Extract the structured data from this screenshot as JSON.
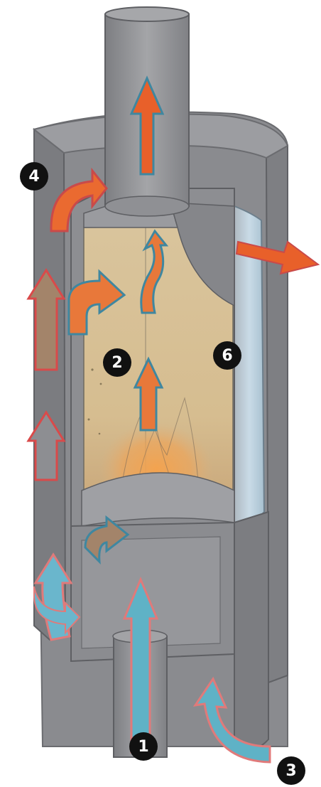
{
  "markers": [
    {
      "id": "m1",
      "label": "1"
    },
    {
      "id": "m2",
      "label": "2"
    },
    {
      "id": "m3",
      "label": "3"
    },
    {
      "id": "m4",
      "label": "4"
    },
    {
      "id": "m6",
      "label": "6"
    }
  ],
  "colors": {
    "casing": "#8f9094",
    "casing_dark": "#707176",
    "casing_light": "#a9aaad",
    "firebox_glass": "#d8c39a",
    "flame": "#f0a24a",
    "hot_air": "#e8602a",
    "hot_air_outline": "#c94a4a",
    "warm_air": "#a3846a",
    "cold_air": "#6ab6cc",
    "cold_air_outline": "#e07a7a",
    "side_glass": "#b9d2e2",
    "badge": "#111111"
  }
}
